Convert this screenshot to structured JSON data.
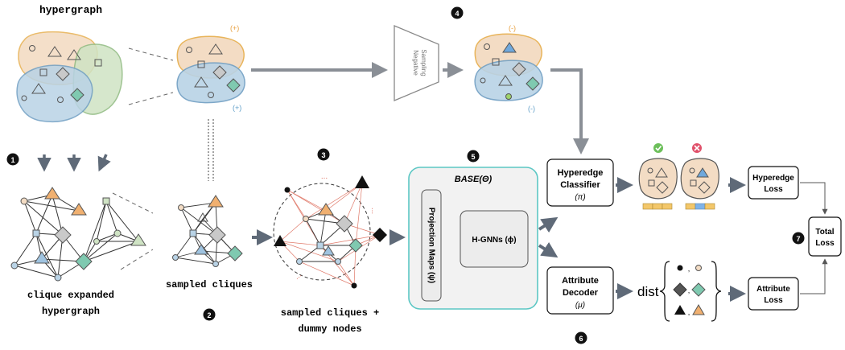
{
  "labels": {
    "hypergraph": "hypergraph",
    "clique_expanded_line1": "clique expanded",
    "clique_expanded_line2": "hypergraph",
    "sampled_cliques": "sampled cliques",
    "sampled_dummy_line1": "sampled cliques +",
    "sampled_dummy_line2": "dummy nodes",
    "plus_top": "(+)",
    "plus_bottom": "(+)",
    "minus_top": "(-)",
    "minus_bottom": "(-)",
    "negative_sampling_line1": "Negative",
    "negative_sampling_line2": "Sampling",
    "base_title": "BASE(Θ)",
    "projection_maps": "Projection Maps (ψ)",
    "hgnns": "H-GNNs (ϕ)",
    "hyperedge_classifier_line1": "Hyperedge",
    "hyperedge_classifier_line2": "Classifier",
    "hyperedge_classifier_line3": "(π)",
    "attribute_decoder_line1": "Attribute",
    "attribute_decoder_line2": "Decoder",
    "attribute_decoder_line3": "(μ)",
    "hyperedge_loss_line1": "Hyperedge",
    "hyperedge_loss_line2": "Loss",
    "attribute_loss_line1": "Attribute",
    "attribute_loss_line2": "Loss",
    "total_loss_line1": "Total",
    "total_loss_line2": "Loss",
    "dist": "dist",
    "dummy_dots_1": "...",
    "dummy_dots_2": "...",
    "dummy_dots_3": "..."
  },
  "steps": [
    "1",
    "2",
    "3",
    "4",
    "5",
    "6",
    "7"
  ],
  "colors": {
    "orange_fill": "#f3dcc4",
    "orange_edge": "#e8b45a",
    "blue_fill": "#b9d3e6",
    "blue_edge": "#6f9ec3",
    "green_fill": "#cfe3c4",
    "green_edge": "#8fba80",
    "teal_box": "#5cc7c4",
    "gray_arrow": "#8a8f96",
    "dark_arrow": "#5f6a78",
    "red_edge": "#e07a6a",
    "check_green": "#6cbf5a",
    "cross_red": "#e0506a"
  }
}
